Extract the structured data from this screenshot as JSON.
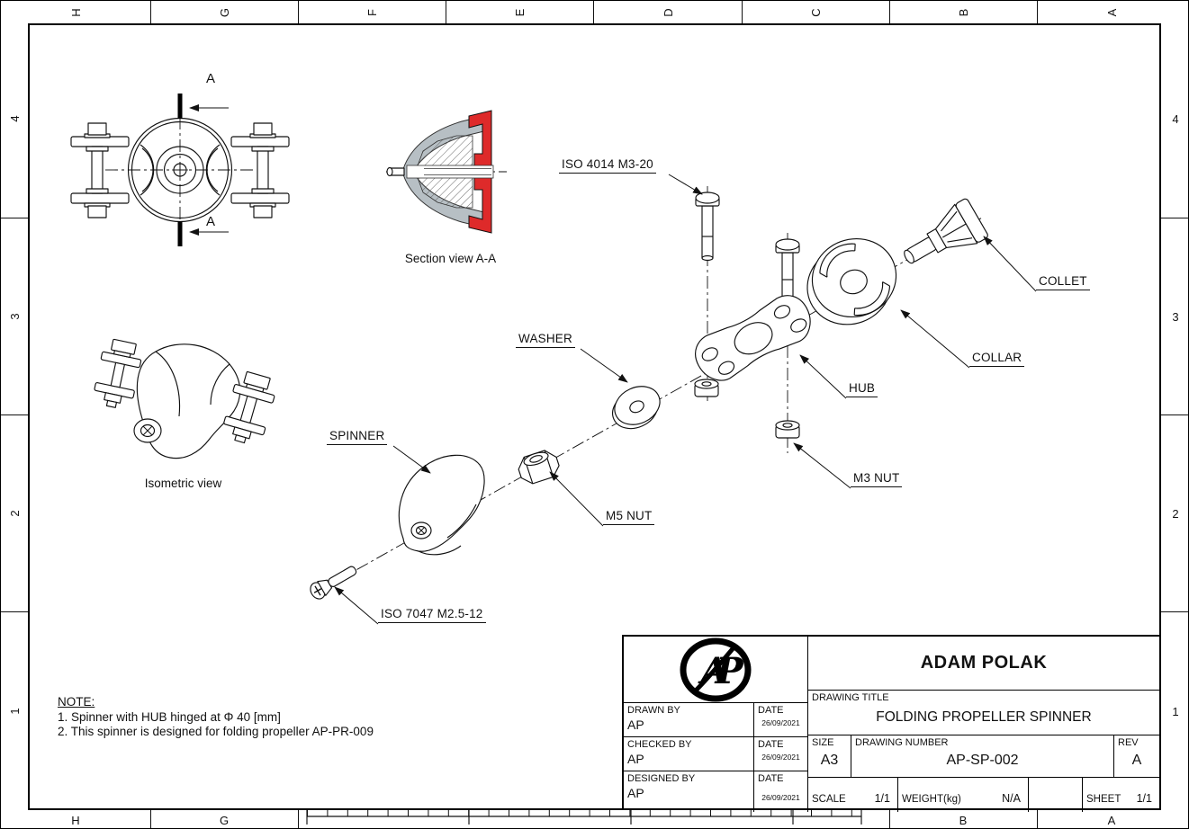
{
  "frame": {
    "columns": [
      "H",
      "G",
      "F",
      "E",
      "D",
      "C",
      "B",
      "A"
    ],
    "rows": [
      "4",
      "3",
      "2",
      "1"
    ]
  },
  "views": {
    "section_caption": "Section view A-A",
    "isometric_caption": "Isometric view",
    "section_marker": "A"
  },
  "part_labels": {
    "iso4014": "ISO 4014 M3-20",
    "collet": "COLLET",
    "collar": "COLLAR",
    "hub": "HUB",
    "washer": "WASHER",
    "m3_nut": "M3 NUT",
    "spinner": "SPINNER",
    "m5_nut": "M5 NUT",
    "iso7047": "ISO 7047 M2.5-12"
  },
  "notes": {
    "heading": "NOTE:",
    "line1": "1. Spinner with HUB hinged at Φ 40 [mm]",
    "line2": "2. This spinner is designed for folding propeller AP-PR-009"
  },
  "title_block": {
    "logo": "AP",
    "company": "ADAM POLAK",
    "drawing_title_label": "DRAWING TITLE",
    "drawing_title": "FOLDING PROPELLER SPINNER",
    "drawn_by_label": "DRAWN BY",
    "drawn_by": "AP",
    "checked_by_label": "CHECKED BY",
    "checked_by": "AP",
    "designed_by_label": "DESIGNED BY",
    "designed_by": "AP",
    "date_label": "DATE",
    "drawn_date": "26/09/2021",
    "checked_date": "26/09/2021",
    "designed_date": "26/09/2021",
    "size_label": "SIZE",
    "size": "A3",
    "drawing_number_label": "DRAWING NUMBER",
    "drawing_number": "AP-SP-002",
    "rev_label": "REV",
    "rev": "A",
    "scale_label": "SCALE",
    "scale": "1/1",
    "weight_label": "WEIGHT(kg)",
    "weight": "N/A",
    "sheet_label": "SHEET",
    "sheet": "1/1"
  },
  "colors": {
    "line": "#111111",
    "section_shell_gray": "#b7bfc4",
    "section_red": "#de2a2a"
  }
}
